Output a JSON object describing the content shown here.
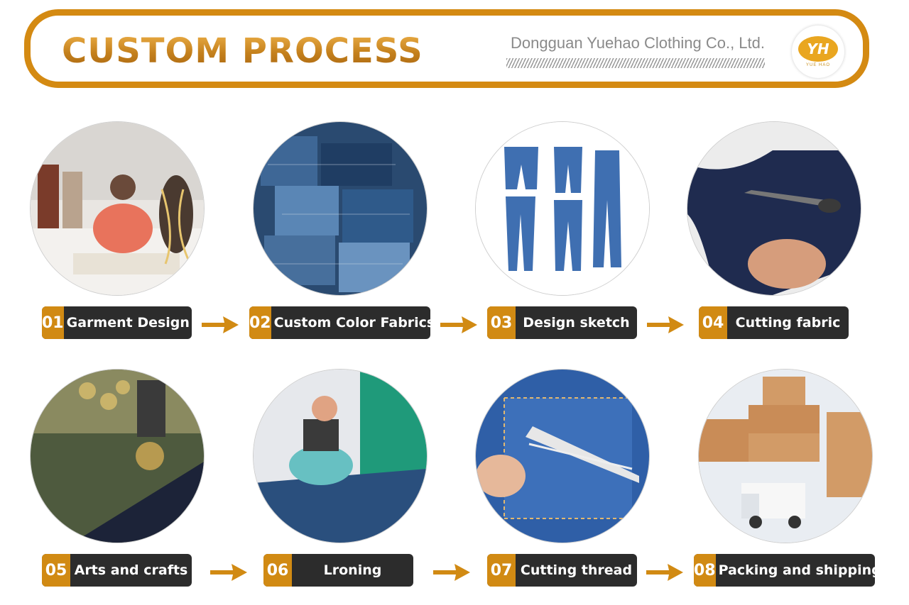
{
  "header": {
    "title": "CUSTOM PROCESS",
    "company": "Dongguan Yuehao Clothing Co., Ltd.",
    "logo_mark": "YH",
    "logo_sub": "YUE HAO"
  },
  "colors": {
    "accent": "#d18a13",
    "label_bg": "#2c2c2c"
  },
  "steps": [
    {
      "num": "01",
      "label": "Garment Design",
      "icon": "designer-photo"
    },
    {
      "num": "02",
      "label": "Custom Color Fabrics",
      "icon": "denim-swatches-photo"
    },
    {
      "num": "03",
      "label": "Design sketch",
      "icon": "jeans-sketch-photo"
    },
    {
      "num": "04",
      "label": "Cutting fabric",
      "icon": "scissors-cutting-photo"
    },
    {
      "num": "05",
      "label": "Arts and crafts",
      "icon": "button-press-photo"
    },
    {
      "num": "06",
      "label": "Lroning",
      "icon": "ironing-photo"
    },
    {
      "num": "07",
      "label": "Cutting thread",
      "icon": "thread-cutting-photo"
    },
    {
      "num": "08",
      "label": "Packing and shipping",
      "icon": "boxes-truck-photo"
    }
  ]
}
